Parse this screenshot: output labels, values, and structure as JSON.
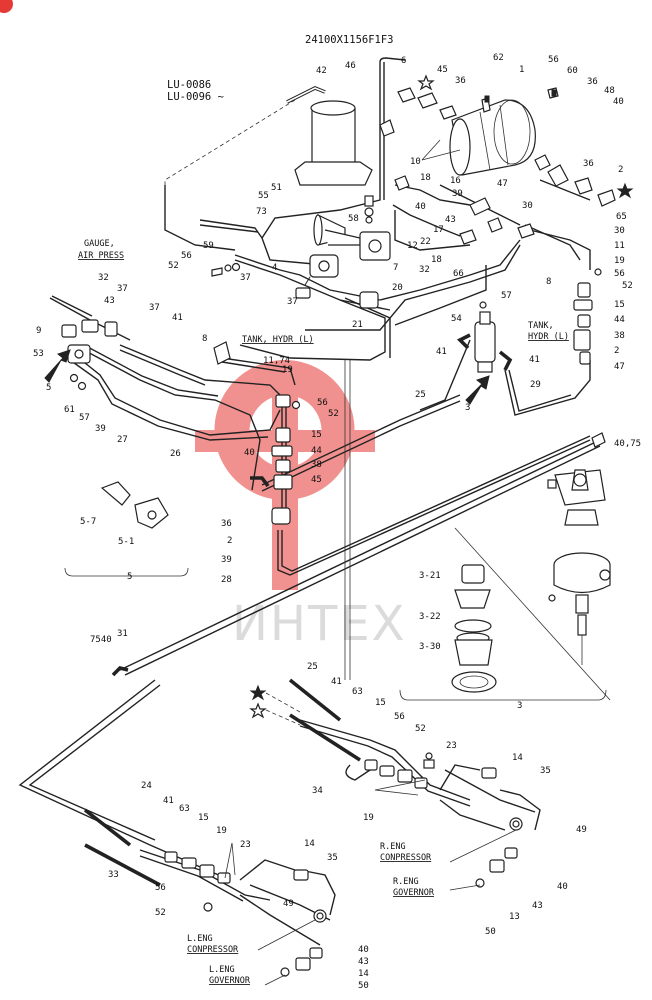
{
  "drawing_number": "24100X1156F1F3",
  "model_range": [
    "LU-0086",
    "LU-0096 ~"
  ],
  "watermark": "ИНТЕХ",
  "captions": {
    "gauge": "GAUGE,",
    "air_press": "AIR PRESS",
    "tank_hydr_left_1": "TANK, HYDR (L)",
    "tank_hydr_right_1": "TANK,",
    "tank_hydr_right_2": "HYDR (L)",
    "r_eng_compressor_1": "R.ENG",
    "r_eng_compressor_2": "CONPRESSOR",
    "r_eng_governor_1": "R.ENG",
    "r_eng_governor_2": "GOVERNOR",
    "l_eng_compressor_1": "L.ENG",
    "l_eng_compressor_2": "CONPRESSOR",
    "l_eng_governor_1": "L.ENG",
    "l_eng_governor_2": "GOVERNOR"
  },
  "callouts": [
    {
      "id": "c42",
      "label": "42"
    },
    {
      "id": "c46",
      "label": "46"
    },
    {
      "id": "c6",
      "label": "6"
    },
    {
      "id": "c45a",
      "label": "45"
    },
    {
      "id": "c36a",
      "label": "36"
    },
    {
      "id": "c62",
      "label": "62"
    },
    {
      "id": "c1",
      "label": "1"
    },
    {
      "id": "c56a",
      "label": "56"
    },
    {
      "id": "c60",
      "label": "60"
    },
    {
      "id": "c36b",
      "label": "36"
    },
    {
      "id": "c48",
      "label": "48"
    },
    {
      "id": "c40a",
      "label": "40"
    },
    {
      "id": "c10",
      "label": "10"
    },
    {
      "id": "c36c",
      "label": "36"
    },
    {
      "id": "c2a",
      "label": "2"
    },
    {
      "id": "c51",
      "label": "51"
    },
    {
      "id": "c55",
      "label": "55"
    },
    {
      "id": "c58",
      "label": "58"
    },
    {
      "id": "c18a",
      "label": "18"
    },
    {
      "id": "c16",
      "label": "16"
    },
    {
      "id": "c39a",
      "label": "39"
    },
    {
      "id": "c47a",
      "label": "47"
    },
    {
      "id": "c40b",
      "label": "40"
    },
    {
      "id": "c30a",
      "label": "30"
    },
    {
      "id": "c65",
      "label": "65"
    },
    {
      "id": "c73",
      "label": "73"
    },
    {
      "id": "c43a",
      "label": "43"
    },
    {
      "id": "c30b",
      "label": "30"
    },
    {
      "id": "c17",
      "label": "17"
    },
    {
      "id": "c22",
      "label": "22"
    },
    {
      "id": "c12",
      "label": "12"
    },
    {
      "id": "c18b",
      "label": "18"
    },
    {
      "id": "c11",
      "label": "11"
    },
    {
      "id": "c59",
      "label": "59"
    },
    {
      "id": "c56b",
      "label": "56"
    },
    {
      "id": "c52a",
      "label": "52"
    },
    {
      "id": "c37a",
      "label": "37"
    },
    {
      "id": "c4",
      "label": "4"
    },
    {
      "id": "c7",
      "label": "7"
    },
    {
      "id": "c32a",
      "label": "32"
    },
    {
      "id": "c66",
      "label": "66"
    },
    {
      "id": "c8a",
      "label": "8"
    },
    {
      "id": "c19a",
      "label": "19"
    },
    {
      "id": "c56c",
      "label": "56"
    },
    {
      "id": "c52b",
      "label": "52"
    },
    {
      "id": "c37b",
      "label": "37"
    },
    {
      "id": "c20",
      "label": "20"
    },
    {
      "id": "c32b",
      "label": "32"
    },
    {
      "id": "c37c",
      "label": "37"
    },
    {
      "id": "c43b",
      "label": "43"
    },
    {
      "id": "c37d",
      "label": "37"
    },
    {
      "id": "c41a",
      "label": "41"
    },
    {
      "id": "c21",
      "label": "21"
    },
    {
      "id": "c57a",
      "label": "57"
    },
    {
      "id": "c54",
      "label": "54"
    },
    {
      "id": "c15a",
      "label": "15"
    },
    {
      "id": "c44a",
      "label": "44"
    },
    {
      "id": "c38a",
      "label": "38"
    },
    {
      "id": "c2b",
      "label": "2"
    },
    {
      "id": "c9",
      "label": "9"
    },
    {
      "id": "c53",
      "label": "53"
    },
    {
      "id": "c5a",
      "label": "5"
    },
    {
      "id": "c8b",
      "label": "8"
    },
    {
      "id": "c1174",
      "label": "11,74"
    },
    {
      "id": "c19b",
      "label": "19"
    },
    {
      "id": "c41b",
      "label": "41"
    },
    {
      "id": "c41c",
      "label": "41"
    },
    {
      "id": "c47b",
      "label": "47"
    },
    {
      "id": "c61",
      "label": "61"
    },
    {
      "id": "c57b",
      "label": "57"
    },
    {
      "id": "c39b",
      "label": "39"
    },
    {
      "id": "c25a",
      "label": "25"
    },
    {
      "id": "c3a",
      "label": "3"
    },
    {
      "id": "c29",
      "label": "29"
    },
    {
      "id": "c56d",
      "label": "56"
    },
    {
      "id": "c52c",
      "label": "52"
    },
    {
      "id": "c27",
      "label": "27"
    },
    {
      "id": "c26",
      "label": "26"
    },
    {
      "id": "c15b",
      "label": "15"
    },
    {
      "id": "c4075",
      "label": "40,75"
    },
    {
      "id": "c40c",
      "label": "40"
    },
    {
      "id": "c44b",
      "label": "44"
    },
    {
      "id": "c38b",
      "label": "38"
    },
    {
      "id": "c45b",
      "label": "45"
    },
    {
      "id": "c57c",
      "label": "5-7"
    },
    {
      "id": "c51b",
      "label": "5-1"
    },
    {
      "id": "c36d",
      "label": "36"
    },
    {
      "id": "c2c",
      "label": "2"
    },
    {
      "id": "c39c",
      "label": "39"
    },
    {
      "id": "c28",
      "label": "28"
    },
    {
      "id": "c5b",
      "label": "5"
    },
    {
      "id": "c321",
      "label": "3-21"
    },
    {
      "id": "c322",
      "label": "3-22"
    },
    {
      "id": "c330",
      "label": "3-30"
    },
    {
      "id": "c7540",
      "label": "7540"
    },
    {
      "id": "c31",
      "label": "31"
    },
    {
      "id": "c3b",
      "label": "3"
    },
    {
      "id": "c25b",
      "label": "25"
    },
    {
      "id": "c41d",
      "label": "41"
    },
    {
      "id": "c63a",
      "label": "63"
    },
    {
      "id": "c15c",
      "label": "15"
    },
    {
      "id": "c56e",
      "label": "56"
    },
    {
      "id": "c52d",
      "label": "52"
    },
    {
      "id": "c23a",
      "label": "23"
    },
    {
      "id": "c14a",
      "label": "14"
    },
    {
      "id": "c35a",
      "label": "35"
    },
    {
      "id": "c34",
      "label": "34"
    },
    {
      "id": "c19c",
      "label": "19"
    },
    {
      "id": "c49a",
      "label": "49"
    },
    {
      "id": "c24",
      "label": "24"
    },
    {
      "id": "c41e",
      "label": "41"
    },
    {
      "id": "c63b",
      "label": "63"
    },
    {
      "id": "c15d",
      "label": "15"
    },
    {
      "id": "c19d",
      "label": "19"
    },
    {
      "id": "c23b",
      "label": "23"
    },
    {
      "id": "c14b",
      "label": "14"
    },
    {
      "id": "c35b",
      "label": "35"
    },
    {
      "id": "c33",
      "label": "33"
    },
    {
      "id": "c40d",
      "label": "40"
    },
    {
      "id": "c43c",
      "label": "43"
    },
    {
      "id": "c13",
      "label": "13"
    },
    {
      "id": "c50a",
      "label": "50"
    },
    {
      "id": "c56f",
      "label": "56"
    },
    {
      "id": "c52e",
      "label": "52"
    },
    {
      "id": "c49b",
      "label": "49"
    },
    {
      "id": "c40e",
      "label": "40"
    },
    {
      "id": "c43d",
      "label": "43"
    },
    {
      "id": "c14c",
      "label": "14"
    },
    {
      "id": "c50b",
      "label": "50"
    }
  ]
}
